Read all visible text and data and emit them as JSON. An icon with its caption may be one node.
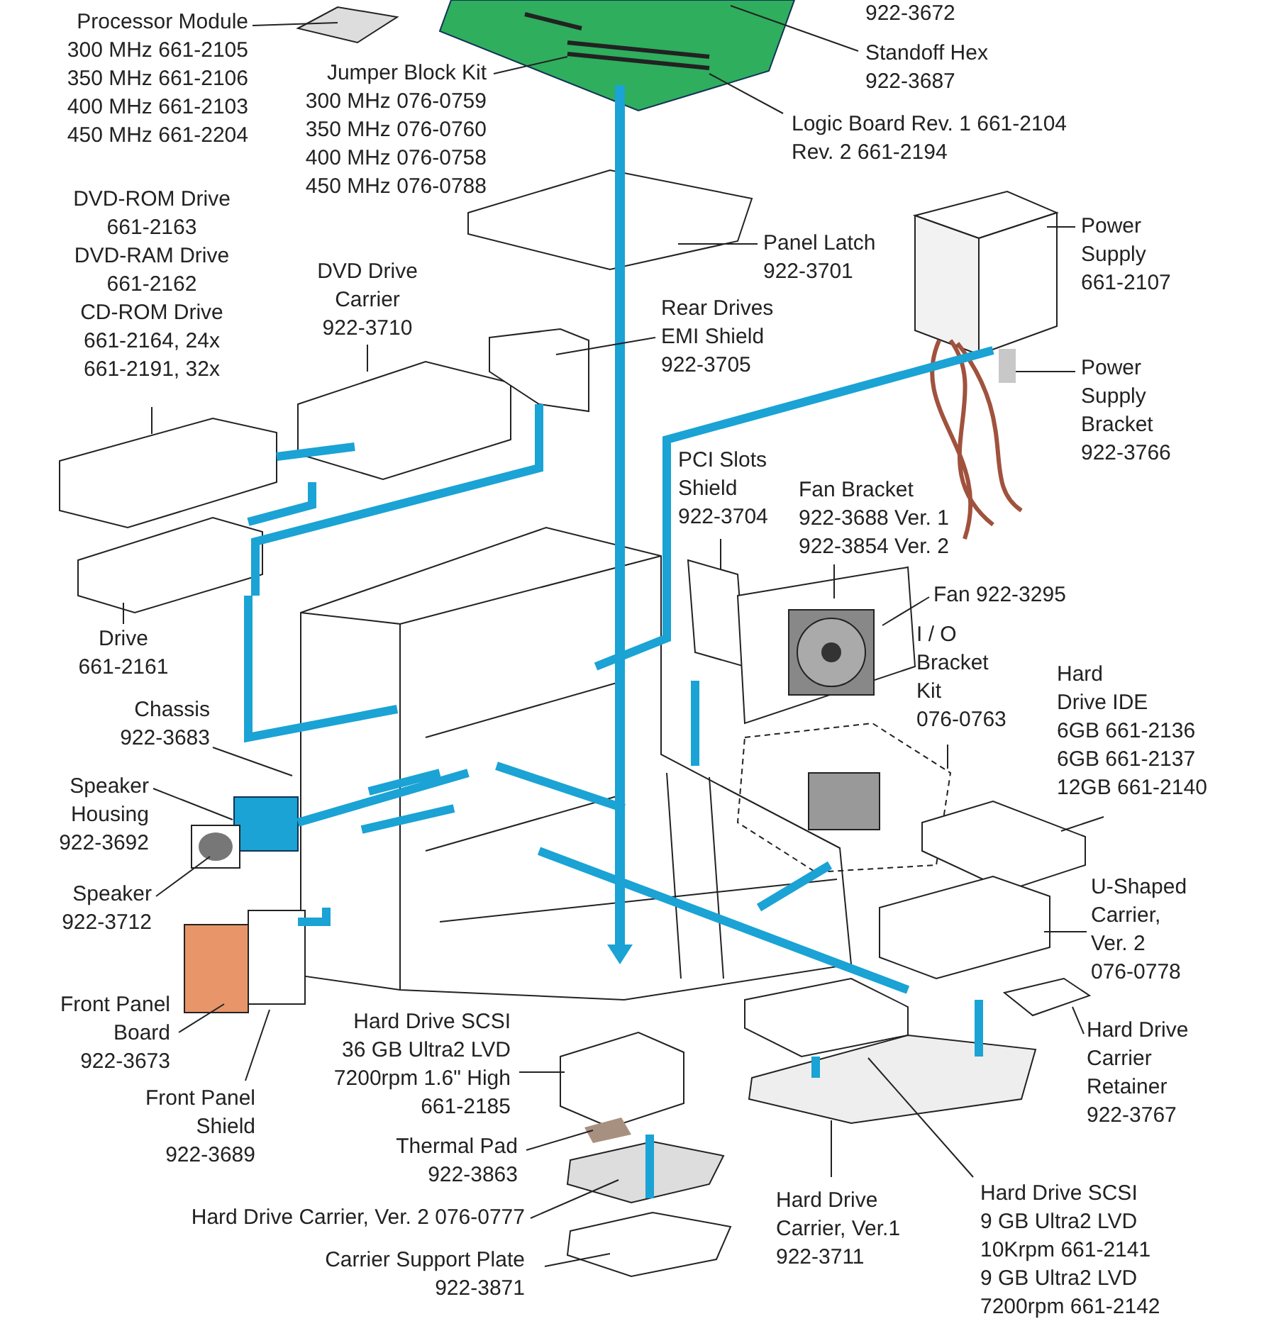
{
  "diagram": {
    "nodes": [
      {
        "text": [
          "Processor Module",
          "300 MHz 661-2105",
          "350 MHz 661-2106",
          "400 MHz 661-2103",
          "450 MHz 661-2204"
        ]
      },
      {
        "text": [
          "Jumper Block Kit",
          "300 MHz 076-0759",
          "350 MHz 076-0760",
          "400 MHz 076-0758",
          "450 MHz 076-0788"
        ]
      },
      {
        "text": [
          "Standoff Hex",
          "922-3687"
        ]
      },
      {
        "text": [
          "Logic Board Rev. 1 661-2104",
          "Rev. 2 661-2194"
        ]
      },
      {
        "text": [
          "Panel Latch",
          "922-3701"
        ]
      },
      {
        "text": [
          "Power Supply",
          "661-2107"
        ]
      },
      {
        "text": [
          "Power Supply Bracket",
          "922-3766"
        ]
      },
      {
        "text": [
          "DVD-ROM Drive 661-2163",
          "DVD-RAM Drive 661-2162",
          "CD-ROM Drive 661-2164, 24x 661-2191, 32x"
        ]
      },
      {
        "text": [
          "DVD Drive Carrier",
          "922-3710"
        ]
      },
      {
        "text": [
          "Rear Drives EMI Shield",
          "922-3705"
        ]
      },
      {
        "text": [
          "PCI Slots Shield",
          "922-3704"
        ]
      },
      {
        "text": [
          "Fan Bracket",
          "922-3688 Ver. 1",
          "922-3854 Ver. 2"
        ]
      },
      {
        "text": [
          "Fan 922-3295"
        ]
      },
      {
        "text": [
          "I / O Bracket Kit",
          "076-0763"
        ]
      },
      {
        "text": [
          "Hard Drive IDE",
          "6GB 661-2136",
          "6GB 661-2137",
          "12GB 661-2140"
        ]
      },
      {
        "text": [
          "U-Shaped Carrier, Ver. 2",
          "076-0778"
        ]
      },
      {
        "text": [
          "Hard Drive Carrier Retainer",
          "922-3767"
        ]
      },
      {
        "text": [
          "Drive",
          "661-2161"
        ]
      },
      {
        "text": [
          "Chassis",
          "922-3683"
        ]
      },
      {
        "text": [
          "Speaker Housing",
          "922-3692"
        ]
      },
      {
        "text": [
          "Speaker",
          "922-3712"
        ]
      },
      {
        "text": [
          "Front Panel Board",
          "922-3673"
        ]
      },
      {
        "text": [
          "Front Panel Shield",
          "922-3689"
        ]
      },
      {
        "text": [
          "Hard Drive SCSI",
          "36 GB Ultra2 LVD",
          "7200rpm 1.6\" High",
          "661-2185"
        ]
      },
      {
        "text": [
          "Thermal Pad",
          "922-3863"
        ]
      },
      {
        "text": [
          "Hard Drive Carrier, Ver. 2 076-0777"
        ]
      },
      {
        "text": [
          "Carrier Support Plate",
          "922-3871"
        ]
      },
      {
        "text": [
          "Hard Drive Carrier, Ver.1",
          "922-3711"
        ]
      },
      {
        "text": [
          "Hard Drive SCSI",
          "9 GB Ultra2 LVD",
          "10Krpm 661-2141",
          "9 GB Ultra2 LVD",
          "7200rpm 661-2142"
        ]
      }
    ],
    "edges": [
      {
        "from": 0,
        "to": null,
        "arrow": "none"
      },
      {
        "from": 1,
        "to": null,
        "arrow": "none"
      },
      {
        "from": 2,
        "to": null,
        "arrow": "none"
      },
      {
        "from": 3,
        "to": null,
        "arrow": "none"
      },
      {
        "from": 4,
        "to": null,
        "arrow": "none"
      },
      {
        "from": 5,
        "to": null,
        "arrow": "none"
      },
      {
        "from": 6,
        "to": null,
        "arrow": "none"
      },
      {
        "from": 7,
        "to": null,
        "arrow": "none"
      },
      {
        "from": 8,
        "to": null,
        "arrow": "none"
      },
      {
        "from": 9,
        "to": null,
        "arrow": "none"
      },
      {
        "from": 10,
        "to": null,
        "arrow": "none"
      },
      {
        "from": 11,
        "to": null,
        "arrow": "none"
      },
      {
        "from": 12,
        "to": null,
        "arrow": "none"
      },
      {
        "from": 13,
        "to": null,
        "arrow": "none"
      },
      {
        "from": 14,
        "to": null,
        "arrow": "none"
      },
      {
        "from": 15,
        "to": null,
        "arrow": "none"
      },
      {
        "from": 16,
        "to": null,
        "arrow": "none"
      },
      {
        "from": 17,
        "to": null,
        "arrow": "none"
      },
      {
        "from": 18,
        "to": null,
        "arrow": "none"
      },
      {
        "from": 19,
        "to": null,
        "arrow": "none"
      },
      {
        "from": 20,
        "to": null,
        "arrow": "none"
      },
      {
        "from": 21,
        "to": null,
        "arrow": "none"
      },
      {
        "from": 22,
        "to": null,
        "arrow": "none"
      },
      {
        "from": 23,
        "to": null,
        "arrow": "none"
      },
      {
        "from": 24,
        "to": null,
        "arrow": "none"
      },
      {
        "from": 25,
        "to": null,
        "arrow": "none"
      },
      {
        "from": 26,
        "to": null,
        "arrow": "none"
      },
      {
        "from": 27,
        "to": null,
        "arrow": "none"
      },
      {
        "from": 28,
        "to": null,
        "arrow": "none"
      }
    ],
    "labels": [
      "922-3672"
    ]
  }
}
